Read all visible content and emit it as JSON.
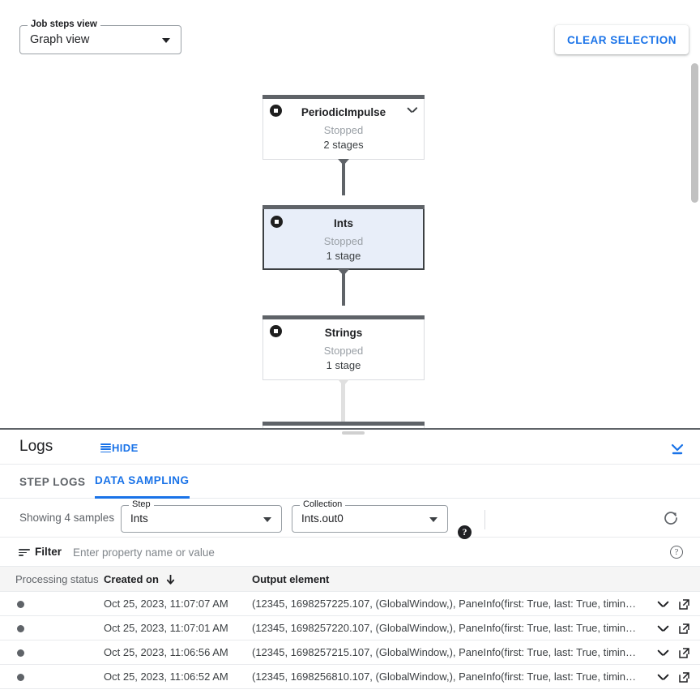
{
  "graph": {
    "view_select": {
      "label": "Job steps view",
      "value": "Graph view",
      "icon": "chevron-down-icon"
    },
    "clear_selection_label": "CLEAR SELECTION",
    "nodes": [
      {
        "title": "PeriodicImpulse",
        "status": "Stopped",
        "stages": "2 stages",
        "selected": false,
        "has_chevron": true,
        "status_icon": "stop-status-icon"
      },
      {
        "title": "Ints",
        "status": "Stopped",
        "stages": "1 stage",
        "selected": true,
        "has_chevron": false,
        "status_icon": "stop-status-icon"
      },
      {
        "title": "Strings",
        "status": "Stopped",
        "stages": "1 stage",
        "selected": false,
        "has_chevron": false,
        "status_icon": "stop-status-icon"
      }
    ]
  },
  "logs": {
    "title": "Logs",
    "hide_label": "HIDE",
    "hide_icon": "list-lines-icon",
    "collapse_icon": "collapse-panel-icon",
    "tabs": [
      {
        "label": "STEP LOGS",
        "active": false
      },
      {
        "label": "DATA SAMPLING",
        "active": true
      }
    ],
    "controls": {
      "showing": "Showing 4 samples",
      "step": {
        "label": "Step",
        "value": "Ints"
      },
      "collection": {
        "label": "Collection",
        "value": "Ints.out0"
      },
      "help_icon": "help-filled-icon",
      "help_glyph": "?",
      "refresh_icon": "refresh-icon"
    },
    "filter": {
      "icon": "filter-icon",
      "label": "Filter",
      "value": "",
      "placeholder": "Enter property name or value",
      "help_icon": "help-outline-icon",
      "help_glyph": "?"
    },
    "table": {
      "columns": [
        "Processing status",
        "Created on",
        "Output element"
      ],
      "sort_column": "Created on",
      "sort_direction": "descending",
      "rows": [
        {
          "status_dot": "processed-dot",
          "created_on": "Oct 25, 2023, 11:07:07 AM",
          "output_element": "(12345, 1698257225.107, (GlobalWindow,), PaneInfo(first: True, last: True, timing…"
        },
        {
          "status_dot": "processed-dot",
          "created_on": "Oct 25, 2023, 11:07:01 AM",
          "output_element": "(12345, 1698257220.107, (GlobalWindow,), PaneInfo(first: True, last: True, timing…"
        },
        {
          "status_dot": "processed-dot",
          "created_on": "Oct 25, 2023, 11:06:56 AM",
          "output_element": "(12345, 1698257215.107, (GlobalWindow,), PaneInfo(first: True, last: True, timing…"
        },
        {
          "status_dot": "processed-dot",
          "created_on": "Oct 25, 2023, 11:06:52 AM",
          "output_element": "(12345, 1698256810.107, (GlobalWindow,), PaneInfo(first: True, last: True, timing…"
        }
      ],
      "row_expand_icon": "chevron-down-icon",
      "row_open_icon": "open-in-new-icon"
    }
  },
  "colors": {
    "accent_blue": "#1a73e8",
    "node_bar": "#5f6368",
    "node_selected_bg": "#e8eef9",
    "status_gray": "#9aa0a6"
  }
}
